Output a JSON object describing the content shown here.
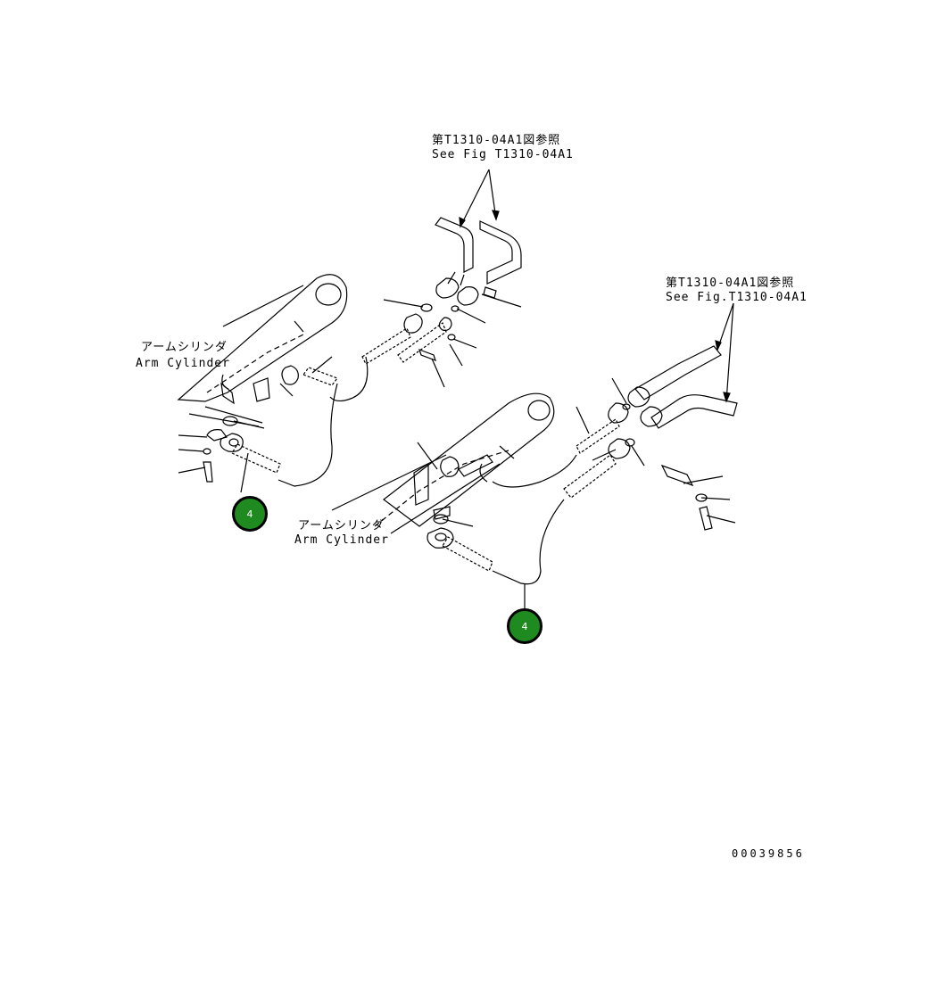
{
  "callouts": {
    "ref_top": {
      "jp": "第T1310-04A1図参照",
      "en": "See Fig T1310-04A1"
    },
    "ref_right": {
      "jp": "第T1310-04A1図参照",
      "en": "See Fig.T1310-04A1"
    },
    "cyl_left": {
      "jp": "アームシリンダ",
      "en": "Arm Cylinder"
    },
    "cyl_center": {
      "jp": "アームシリンダ",
      "en": "Arm Cylinder"
    }
  },
  "parts": [
    {
      "number": "4"
    },
    {
      "number": "4"
    }
  ],
  "drawing_number": "00039856"
}
